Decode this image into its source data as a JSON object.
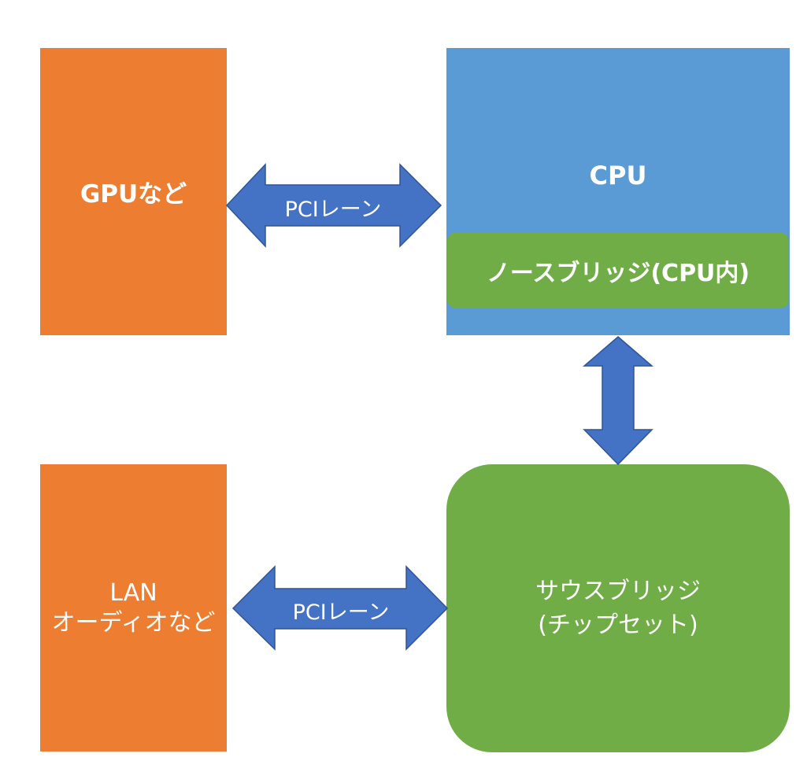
{
  "boxes": {
    "gpu": "GPUなど",
    "cpu": "CPU",
    "northbridge": "ノースブリッジ(CPU内)",
    "lan": {
      "line1": "LAN",
      "line2": "オーディオなど"
    },
    "southbridge": {
      "line1": "サウスブリッジ",
      "line2": "(チップセット)"
    }
  },
  "arrows": {
    "gpu_cpu": "PCIレーン",
    "lan_southbridge": "PCIレーン"
  },
  "colors": {
    "orange": "#ED7D31",
    "cpu_blue": "#5B9BD5",
    "bridge_green": "#70AD47",
    "arrow_blue": "#4472C4"
  }
}
